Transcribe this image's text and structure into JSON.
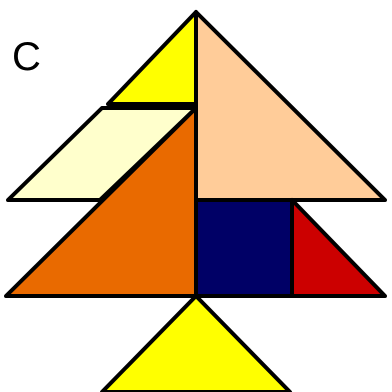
{
  "figure": {
    "label": "C"
  },
  "pieces": [
    {
      "name": "top-small-triangle",
      "color": "#ffff00"
    },
    {
      "name": "right-large-triangle",
      "color": "#ffcc99"
    },
    {
      "name": "parallelogram",
      "color": "#ffffcc"
    },
    {
      "name": "left-large-triangle",
      "color": "#e96a00"
    },
    {
      "name": "square",
      "color": "#000066"
    },
    {
      "name": "medium-triangle",
      "color": "#cc0000"
    },
    {
      "name": "bottom-small-triangle",
      "color": "#ffff00"
    }
  ]
}
